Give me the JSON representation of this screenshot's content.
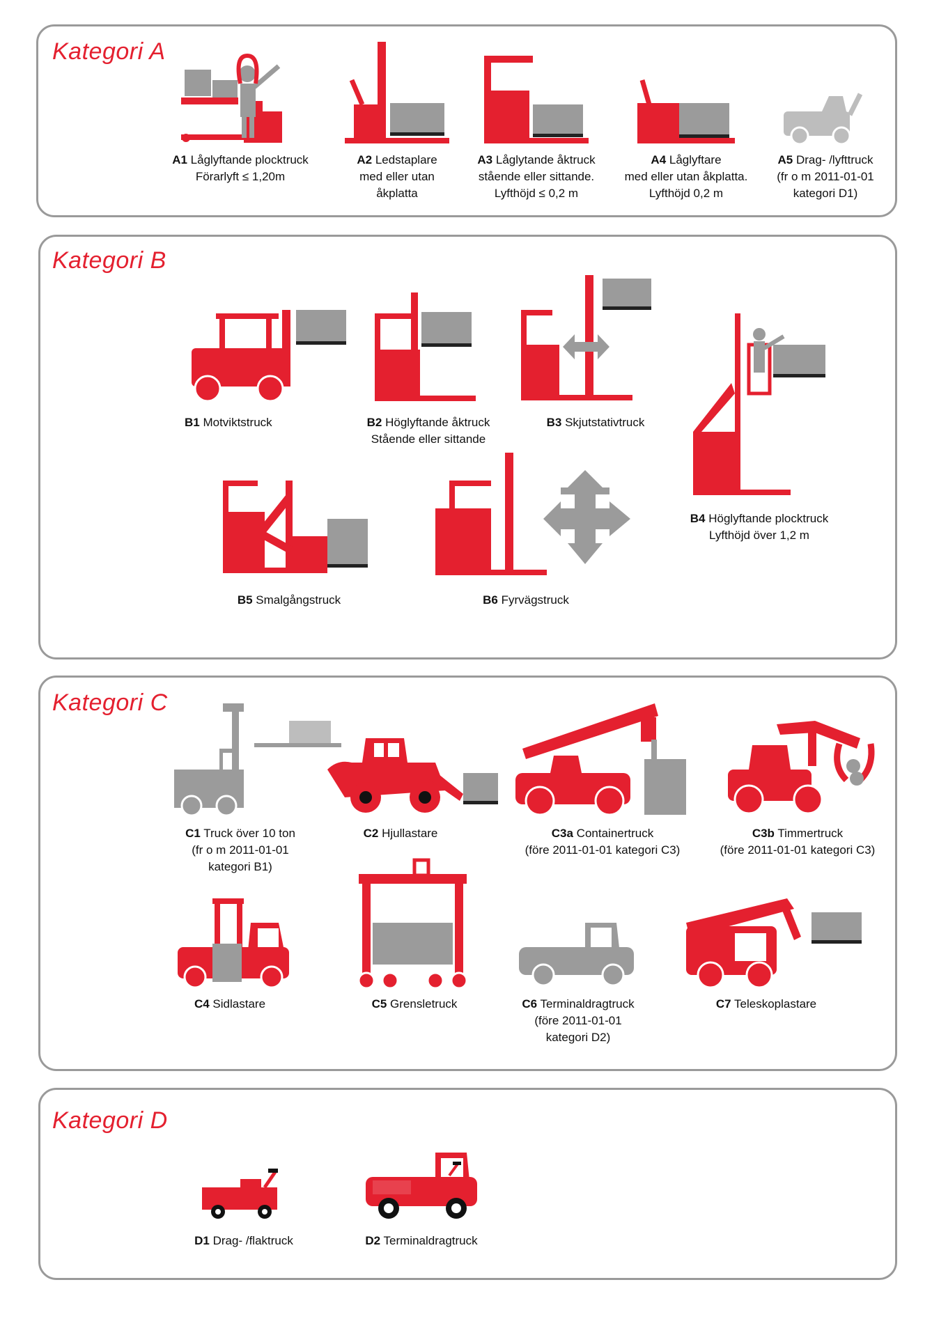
{
  "colors": {
    "red": "#e4202f",
    "gray": "#9b9b9b",
    "gray_light": "#bdbdbd",
    "border": "#9a9a9a",
    "text": "#111111"
  },
  "categories": [
    {
      "key": "A",
      "title": "Kategori A",
      "items": [
        {
          "code": "A1",
          "name": "Låglyftande plocktruck",
          "lines": [
            "Förarlyft ≤ 1,20m"
          ]
        },
        {
          "code": "A2",
          "name": "Ledstaplare",
          "lines": [
            "med eller utan",
            "åkplatta"
          ]
        },
        {
          "code": "A3",
          "name": "Låglytande åktruck",
          "lines": [
            "stående eller sittande.",
            "Lyfthöjd ≤ 0,2 m"
          ]
        },
        {
          "code": "A4",
          "name": "Låglyftare",
          "lines": [
            "med eller utan åkplatta.",
            "Lyfthöjd 0,2 m"
          ]
        },
        {
          "code": "A5",
          "name": "Drag- /lyfttruck",
          "lines": [
            "(fr o m 2011-01-01",
            "kategori D1)"
          ]
        }
      ]
    },
    {
      "key": "B",
      "title": "Kategori B",
      "items": [
        {
          "code": "B1",
          "name": "Motviktstruck",
          "lines": []
        },
        {
          "code": "B2",
          "name": "Höglyftande åktruck",
          "lines": [
            "Stående eller sittande"
          ]
        },
        {
          "code": "B3",
          "name": "Skjutstativtruck",
          "lines": []
        },
        {
          "code": "B4",
          "name": "Höglyftande plocktruck",
          "lines": [
            "Lyfthöjd över 1,2 m"
          ]
        },
        {
          "code": "B5",
          "name": "Smalgångstruck",
          "lines": []
        },
        {
          "code": "B6",
          "name": "Fyrvägstruck",
          "lines": []
        }
      ]
    },
    {
      "key": "C",
      "title": "Kategori C",
      "items": [
        {
          "code": "C1",
          "name": "Truck över 10 ton",
          "lines": [
            "(fr o m 2011-01-01",
            "kategori B1)"
          ]
        },
        {
          "code": "C2",
          "name": "Hjullastare",
          "lines": []
        },
        {
          "code": "C3a",
          "name": "Containertruck",
          "lines": [
            "(före 2011-01-01 kategori C3)"
          ]
        },
        {
          "code": "C3b",
          "name": "Timmertruck",
          "lines": [
            "(före 2011-01-01 kategori C3)"
          ]
        },
        {
          "code": "C4",
          "name": "Sidlastare",
          "lines": []
        },
        {
          "code": "C5",
          "name": "Grensletruck",
          "lines": []
        },
        {
          "code": "C6",
          "name": "Terminaldragtruck",
          "lines": [
            "(före 2011-01-01",
            "kategori D2)"
          ]
        },
        {
          "code": "C7",
          "name": "Teleskoplastare",
          "lines": []
        }
      ]
    },
    {
      "key": "D",
      "title": "Kategori D",
      "items": [
        {
          "code": "D1",
          "name": "Drag- /flaktruck",
          "lines": []
        },
        {
          "code": "D2",
          "name": "Terminaldragtruck",
          "lines": []
        }
      ]
    }
  ]
}
